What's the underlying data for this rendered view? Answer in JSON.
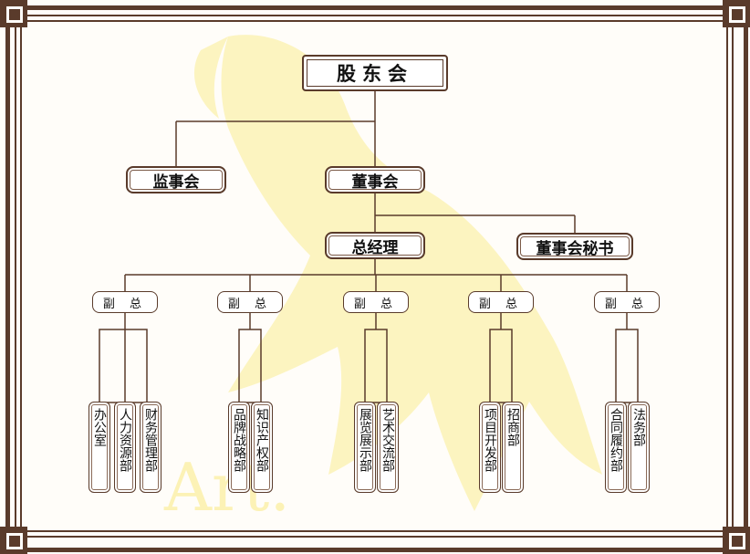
{
  "top": {
    "label": "股东会"
  },
  "supervisors": {
    "label": "监事会"
  },
  "board": {
    "label": "董事会"
  },
  "general_manager": {
    "label": "总经理"
  },
  "board_secretary": {
    "label": "董事会秘书"
  },
  "vice_presidents": [
    {
      "label": "副 总",
      "departments": [
        {
          "label": "办公室"
        },
        {
          "label": "人力资源部"
        },
        {
          "label": "财务管理部"
        }
      ]
    },
    {
      "label": "副 总",
      "departments": [
        {
          "label": "品牌战略部"
        },
        {
          "label": "知识产权部"
        }
      ]
    },
    {
      "label": "副 总",
      "departments": [
        {
          "label": "展览展示部"
        },
        {
          "label": "艺术交流部"
        }
      ]
    },
    {
      "label": "副 总",
      "departments": [
        {
          "label": "项目开发部"
        },
        {
          "label": "招商部"
        }
      ]
    },
    {
      "label": "副 总",
      "departments": [
        {
          "label": "合同履约部"
        },
        {
          "label": "法务部"
        }
      ]
    }
  ],
  "watermark": {
    "text": "Art."
  },
  "colors": {
    "frame": "#5a3b2b",
    "line": "#5a3b2b",
    "watermark": "#fcf2b6"
  }
}
